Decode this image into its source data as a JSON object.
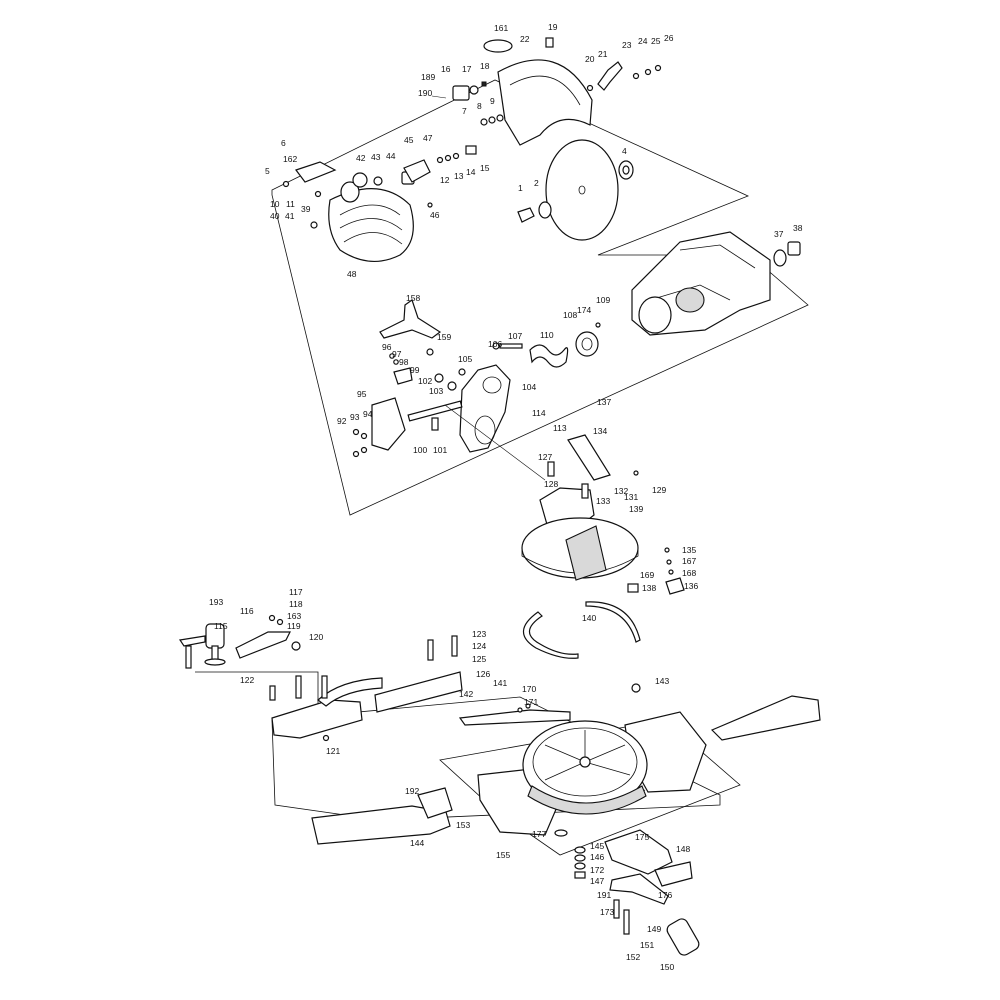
{
  "diagram": {
    "labels": [
      {
        "t": "161"
      },
      {
        "t": "19"
      },
      {
        "t": "22"
      },
      {
        "t": "20"
      },
      {
        "t": "21"
      },
      {
        "t": "23"
      },
      {
        "t": "24"
      },
      {
        "t": "25"
      },
      {
        "t": "26"
      },
      {
        "t": "189"
      },
      {
        "t": "190"
      },
      {
        "t": "16"
      },
      {
        "t": "17"
      },
      {
        "t": "18"
      },
      {
        "t": "7"
      },
      {
        "t": "8"
      },
      {
        "t": "9"
      },
      {
        "t": "6"
      },
      {
        "t": "45"
      },
      {
        "t": "47"
      },
      {
        "t": "162"
      },
      {
        "t": "42"
      },
      {
        "t": "43"
      },
      {
        "t": "44"
      },
      {
        "t": "5"
      },
      {
        "t": "12"
      },
      {
        "t": "13"
      },
      {
        "t": "14"
      },
      {
        "t": "15"
      },
      {
        "t": "4"
      },
      {
        "t": "10"
      },
      {
        "t": "11"
      },
      {
        "t": "39"
      },
      {
        "t": "1"
      },
      {
        "t": "2"
      },
      {
        "t": "40"
      },
      {
        "t": "41"
      },
      {
        "t": "46"
      },
      {
        "t": "48"
      },
      {
        "t": "37"
      },
      {
        "t": "38"
      },
      {
        "t": "158"
      },
      {
        "t": "174"
      },
      {
        "t": "109"
      },
      {
        "t": "108"
      },
      {
        "t": "159"
      },
      {
        "t": "107"
      },
      {
        "t": "110"
      },
      {
        "t": "106"
      },
      {
        "t": "96"
      },
      {
        "t": "97"
      },
      {
        "t": "98"
      },
      {
        "t": "99"
      },
      {
        "t": "105"
      },
      {
        "t": "102"
      },
      {
        "t": "103"
      },
      {
        "t": "104"
      },
      {
        "t": "95"
      },
      {
        "t": "92"
      },
      {
        "t": "93"
      },
      {
        "t": "94"
      },
      {
        "t": "114"
      },
      {
        "t": "113"
      },
      {
        "t": "137"
      },
      {
        "t": "134"
      },
      {
        "t": "100"
      },
      {
        "t": "101"
      },
      {
        "t": "127"
      },
      {
        "t": "128"
      },
      {
        "t": "133"
      },
      {
        "t": "132"
      },
      {
        "t": "131"
      },
      {
        "t": "129"
      },
      {
        "t": "139"
      },
      {
        "t": "135"
      },
      {
        "t": "167"
      },
      {
        "t": "168"
      },
      {
        "t": "136"
      },
      {
        "t": "169"
      },
      {
        "t": "138"
      },
      {
        "t": "140"
      },
      {
        "t": "117"
      },
      {
        "t": "118"
      },
      {
        "t": "193"
      },
      {
        "t": "116"
      },
      {
        "t": "163"
      },
      {
        "t": "119"
      },
      {
        "t": "115"
      },
      {
        "t": "120"
      },
      {
        "t": "123"
      },
      {
        "t": "124"
      },
      {
        "t": "125"
      },
      {
        "t": "126"
      },
      {
        "t": "122"
      },
      {
        "t": "143"
      },
      {
        "t": "141"
      },
      {
        "t": "170"
      },
      {
        "t": "171"
      },
      {
        "t": "142"
      },
      {
        "t": "121"
      },
      {
        "t": "192"
      },
      {
        "t": "153"
      },
      {
        "t": "177"
      },
      {
        "t": "175"
      },
      {
        "t": "148"
      },
      {
        "t": "145"
      },
      {
        "t": "146"
      },
      {
        "t": "172"
      },
      {
        "t": "147"
      },
      {
        "t": "144"
      },
      {
        "t": "155"
      },
      {
        "t": "176"
      },
      {
        "t": "191"
      },
      {
        "t": "173"
      },
      {
        "t": "149"
      },
      {
        "t": "151"
      },
      {
        "t": "152"
      },
      {
        "t": "150"
      }
    ]
  }
}
